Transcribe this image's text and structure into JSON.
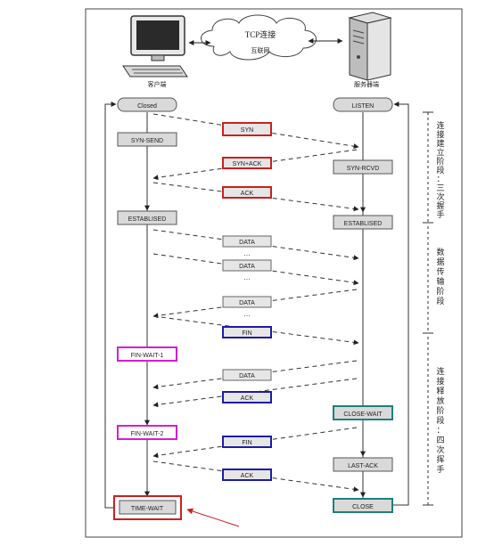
{
  "top": {
    "cloud_title": "TCP连接",
    "cloud_subtitle": "互联网",
    "client_label": "客户端",
    "server_label": "服务器端"
  },
  "client_states": {
    "closed": "Closed",
    "syn_send": "SYN-SEND",
    "established": "ESTABLISED",
    "fin_wait_1": "FIN-WAIT-1",
    "fin_wait_2": "FIN-WAIT-2",
    "time_wait": "TIME-WAIT"
  },
  "server_states": {
    "listen": "LISTEN",
    "syn_rcvd": "SYN-RCVD",
    "established": "ESTABLISED",
    "close_wait": "CLOSE-WAIT",
    "last_ack": "LAST-ACK",
    "close": "CLOSE"
  },
  "messages": {
    "syn": "SYN",
    "syn_ack": "SYN+ACK",
    "ack1": "ACK",
    "data1": "DATA",
    "dots1": "···",
    "data2": "DATA",
    "dots2": "···",
    "data3": "DATA",
    "dots3": "···",
    "fin1": "FIN",
    "data4": "DATA",
    "ack2": "ACK",
    "fin2": "FIN",
    "ack3": "ACK"
  },
  "phases": {
    "connect": [
      "连",
      "接",
      "建",
      "立",
      "阶",
      "段",
      "：",
      "三",
      "次",
      "握",
      "手"
    ],
    "transfer": [
      "数",
      "据",
      "传",
      "输",
      "阶",
      "段"
    ],
    "release": [
      "连",
      "接",
      "释",
      "放",
      "阶",
      "段",
      "：",
      "四",
      "次",
      "挥",
      "手"
    ]
  },
  "colors": {
    "red": "#cc1f1f",
    "blue": "#1c1ca8",
    "magenta": "#d31fd3",
    "teal": "#1f7f7f",
    "gray_box": "#d9d9d9"
  }
}
